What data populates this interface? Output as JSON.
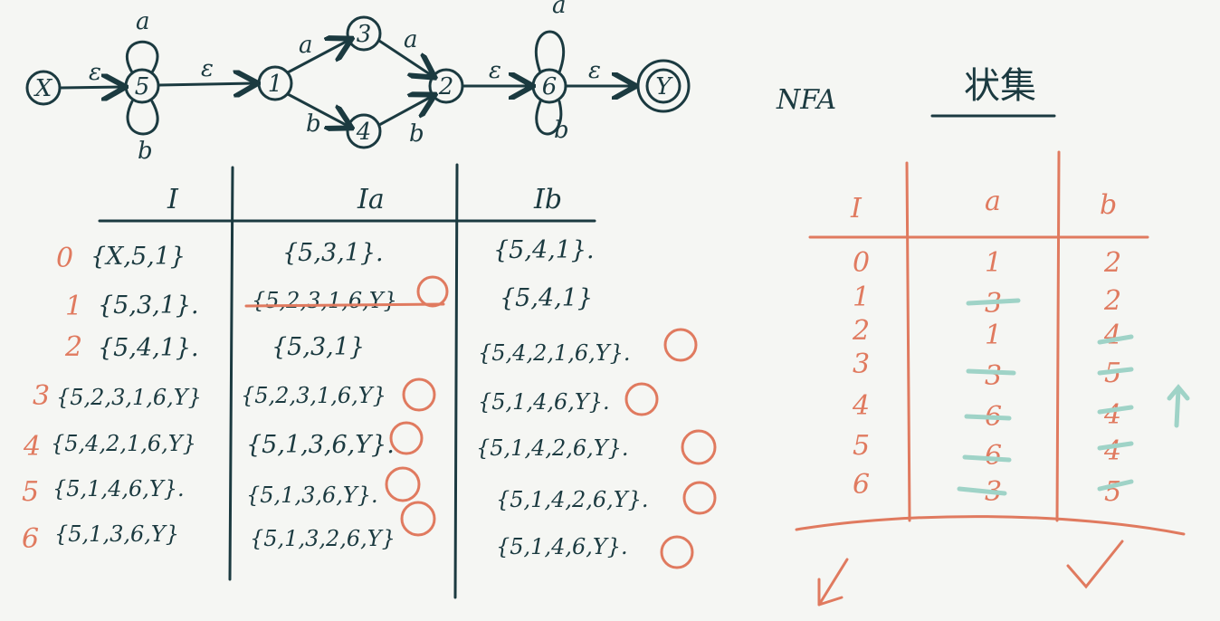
{
  "nfa": {
    "states": [
      "X",
      "5",
      "1",
      "3",
      "4",
      "2",
      "6",
      "Y"
    ],
    "epsilon": "ε",
    "a": "a",
    "b": "b"
  },
  "table": {
    "headers": [
      "I",
      "Ia",
      "Ib"
    ],
    "rows": [
      {
        "num": "0",
        "I": "{X,5,1}",
        "Ia": "{5,3,1}.",
        "Ib": "{5,4,1}."
      },
      {
        "num": "1",
        "I": "{5,3,1}.",
        "Ia": "{5,2,3,1,6,Y}",
        "Ib": "{5,4,1}"
      },
      {
        "num": "2",
        "I": "{5,4,1}.",
        "Ia": "{5,3,1}",
        "Ib": "{5,4,2,1,6,Y}."
      },
      {
        "num": "3",
        "I": "{5,2,3,1,6,Y}",
        "Ia": "{5,2,3,1,6,Y}",
        "Ib": "{5,1,4,6,Y}."
      },
      {
        "num": "4",
        "I": "{5,4,2,1,6,Y}",
        "Ia": "{5,1,3,6,Y}.",
        "Ib": "{5,1,4,2,6,Y}."
      },
      {
        "num": "5",
        "I": "{5,1,4,6,Y}.",
        "Ia": "{5,1,3,6,Y}.",
        "Ib": "{5,1,4,2,6,Y}."
      },
      {
        "num": "6",
        "I": "{5,1,3,6,Y}",
        "Ia": "{5,1,3,2,6,Y}",
        "Ib": "{5,1,4,6,Y}."
      }
    ]
  },
  "right": {
    "label": "NFA",
    "title": "状集",
    "headers": [
      "I",
      "a",
      "b"
    ],
    "rows": [
      {
        "i": "0",
        "a": "1",
        "b": "2"
      },
      {
        "i": "1",
        "a": "3",
        "b": "2"
      },
      {
        "i": "2",
        "a": "1",
        "b": "4"
      },
      {
        "i": "3",
        "a": "3",
        "b": "5"
      },
      {
        "i": "4",
        "a": "6",
        "b": "4"
      },
      {
        "i": "5",
        "a": "6",
        "b": "4"
      },
      {
        "i": "6",
        "a": "3",
        "b": "5"
      }
    ]
  },
  "colors": {
    "ink": "#1b3a40",
    "accent": "#e07a5f",
    "teal": "#9fd3c7",
    "bg": "#f5f6f3"
  }
}
